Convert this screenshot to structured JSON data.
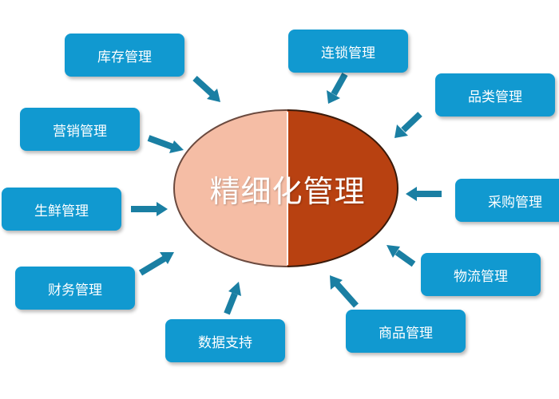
{
  "center": {
    "label": "精细化管理",
    "left_color": "#F5BDA5",
    "right_color": "#B84111"
  },
  "box_color": "#1199D0",
  "arrow_color": "#1A7FA3",
  "items": [
    {
      "label": "库存管理"
    },
    {
      "label": "连锁管理"
    },
    {
      "label": "品类管理"
    },
    {
      "label": "营销管理"
    },
    {
      "label": "采购管理"
    },
    {
      "label": "生鲜管理"
    },
    {
      "label": "物流管理"
    },
    {
      "label": "财务管理"
    },
    {
      "label": "商品管理"
    },
    {
      "label": "数据支持"
    }
  ]
}
